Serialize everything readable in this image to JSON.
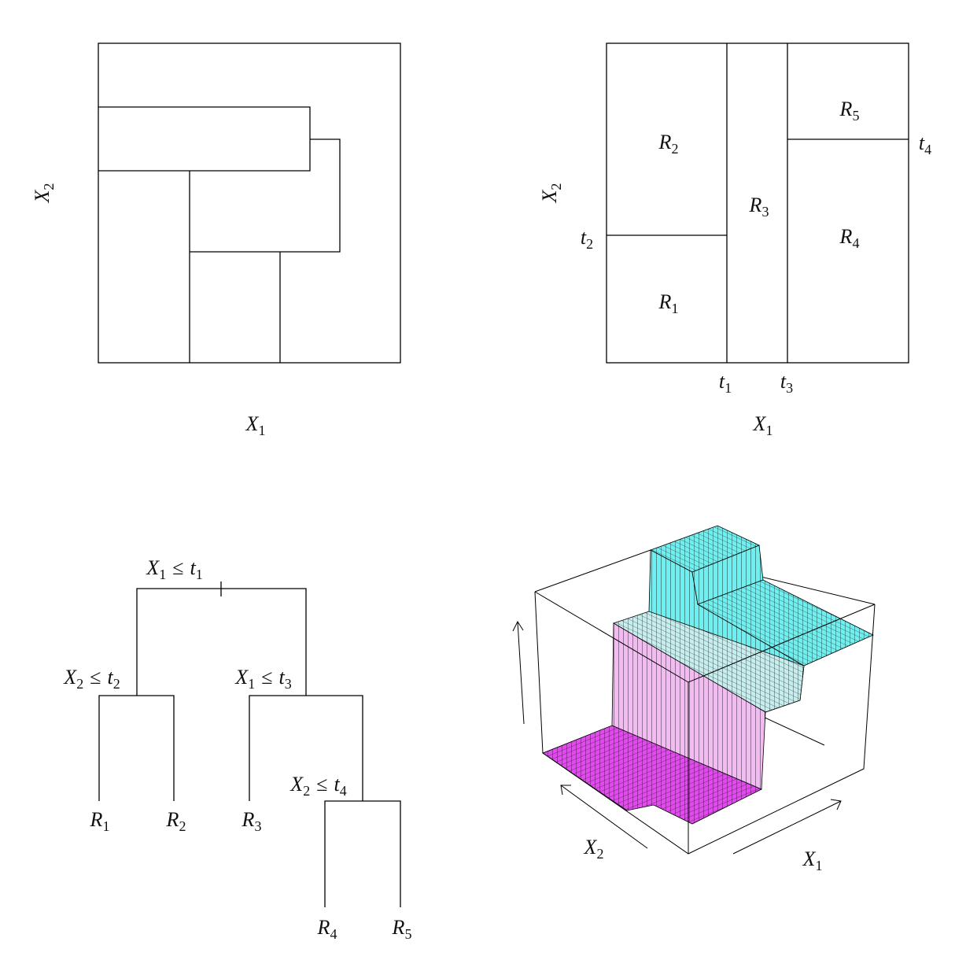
{
  "panels": {
    "arbitrary_partition": {
      "xlabel": {
        "v": "X",
        "s": "1"
      },
      "ylabel": {
        "v": "X",
        "s": "2"
      }
    },
    "recursive_partition": {
      "xlabel": {
        "v": "X",
        "s": "1"
      },
      "ylabel": {
        "v": "X",
        "s": "2"
      },
      "regions": [
        {
          "v": "R",
          "s": "1"
        },
        {
          "v": "R",
          "s": "2"
        },
        {
          "v": "R",
          "s": "3"
        },
        {
          "v": "R",
          "s": "4"
        },
        {
          "v": "R",
          "s": "5"
        }
      ],
      "thresholds": [
        {
          "v": "t",
          "s": "1"
        },
        {
          "v": "t",
          "s": "2"
        },
        {
          "v": "t",
          "s": "3"
        },
        {
          "v": "t",
          "s": "4"
        }
      ]
    },
    "tree": {
      "splits": [
        {
          "var": "X",
          "vs": "1",
          "op": "≤",
          "t": "t",
          "ts": "1"
        },
        {
          "var": "X",
          "vs": "2",
          "op": "≤",
          "t": "t",
          "ts": "2"
        },
        {
          "var": "X",
          "vs": "1",
          "op": "≤",
          "t": "t",
          "ts": "3"
        },
        {
          "var": "X",
          "vs": "2",
          "op": "≤",
          "t": "t",
          "ts": "4"
        }
      ],
      "leaves": [
        {
          "v": "R",
          "s": "1"
        },
        {
          "v": "R",
          "s": "2"
        },
        {
          "v": "R",
          "s": "3"
        },
        {
          "v": "R",
          "s": "4"
        },
        {
          "v": "R",
          "s": "5"
        }
      ]
    },
    "surface": {
      "xlabel": {
        "v": "X",
        "s": "1"
      },
      "ylabel": {
        "v": "X",
        "s": "2"
      },
      "colors": {
        "low": "#e448f0",
        "wall_low": "#f2bcf2",
        "mid": "#c6eeee",
        "high": "#6ef0f0"
      }
    }
  }
}
